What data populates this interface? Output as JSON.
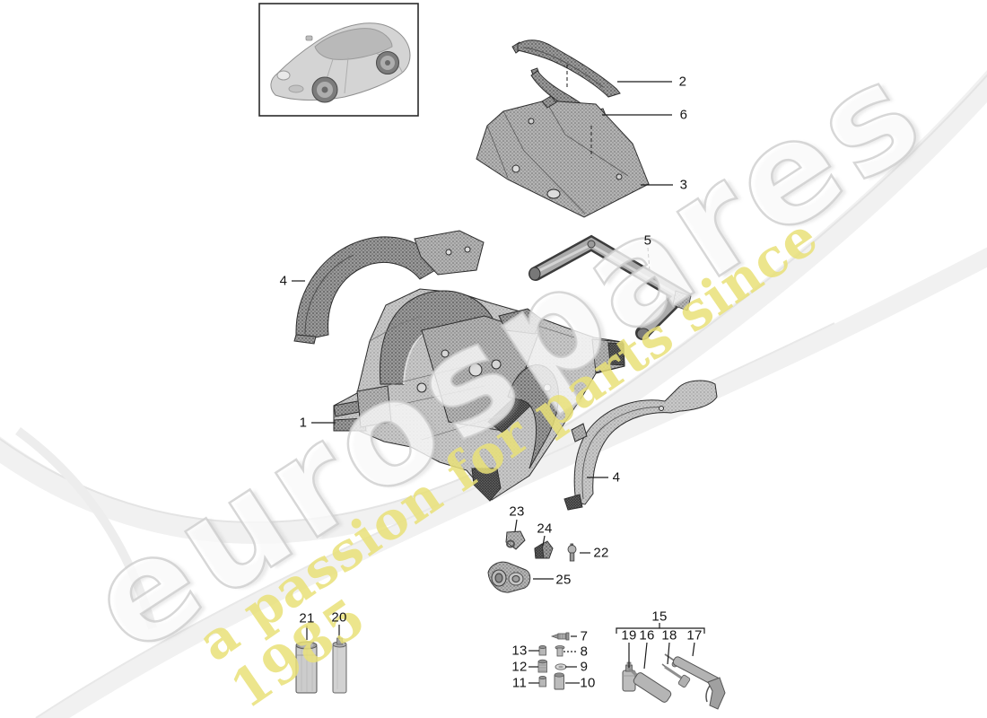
{
  "watermark": {
    "brand": "eurospares",
    "tagline": "a passion for parts since 1985",
    "tagline_color": "#e9e078",
    "brand_outline_color": "#cdcdcd"
  },
  "model_box": {
    "icon": "porsche-911-three-quarter-view"
  },
  "callouts": {
    "c1": "1",
    "c2": "2",
    "c3": "3",
    "c4_left": "4",
    "c4_right": "4",
    "c5": "5",
    "c6": "6",
    "c7": "7",
    "c8": "8",
    "c9": "9",
    "c10": "10",
    "c11": "11",
    "c12": "12",
    "c13": "13",
    "c15": "15",
    "c16": "16",
    "c17": "17",
    "c18": "18",
    "c19": "19",
    "c20": "20",
    "c21": "21",
    "c22": "22",
    "c23": "23",
    "c24": "24",
    "c25": "25"
  }
}
